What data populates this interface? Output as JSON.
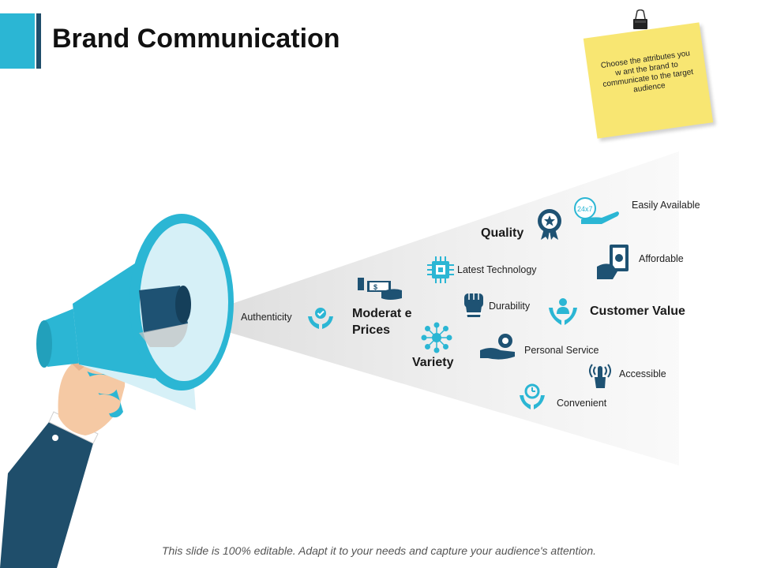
{
  "header": {
    "title": "Brand Communication"
  },
  "sticky_note": {
    "text": "Choose the attributes you w ant the brand to communicate to the target audience"
  },
  "attributes": {
    "authenticity": "Authenticity",
    "moderate_prices": "Moderat e Prices",
    "variety": "Variety",
    "quality": "Quality",
    "latest_technology": "Latest Technology",
    "durability": "Durability",
    "personal_service": "Personal Service",
    "convenient": "Convenient",
    "easily_available": "Easily Available",
    "affordable": "Affordable",
    "customer_value": "Customer Value",
    "accessible": "Accessible"
  },
  "badge_24x7": "24x7",
  "footer": {
    "text": "This slide is 100% editable. Adapt it to your needs and capture your audience's attention."
  },
  "colors": {
    "accent": "#2bb6d4",
    "dark": "#1f4e6b",
    "icon": "#1e5273",
    "note": "#f8e672"
  }
}
